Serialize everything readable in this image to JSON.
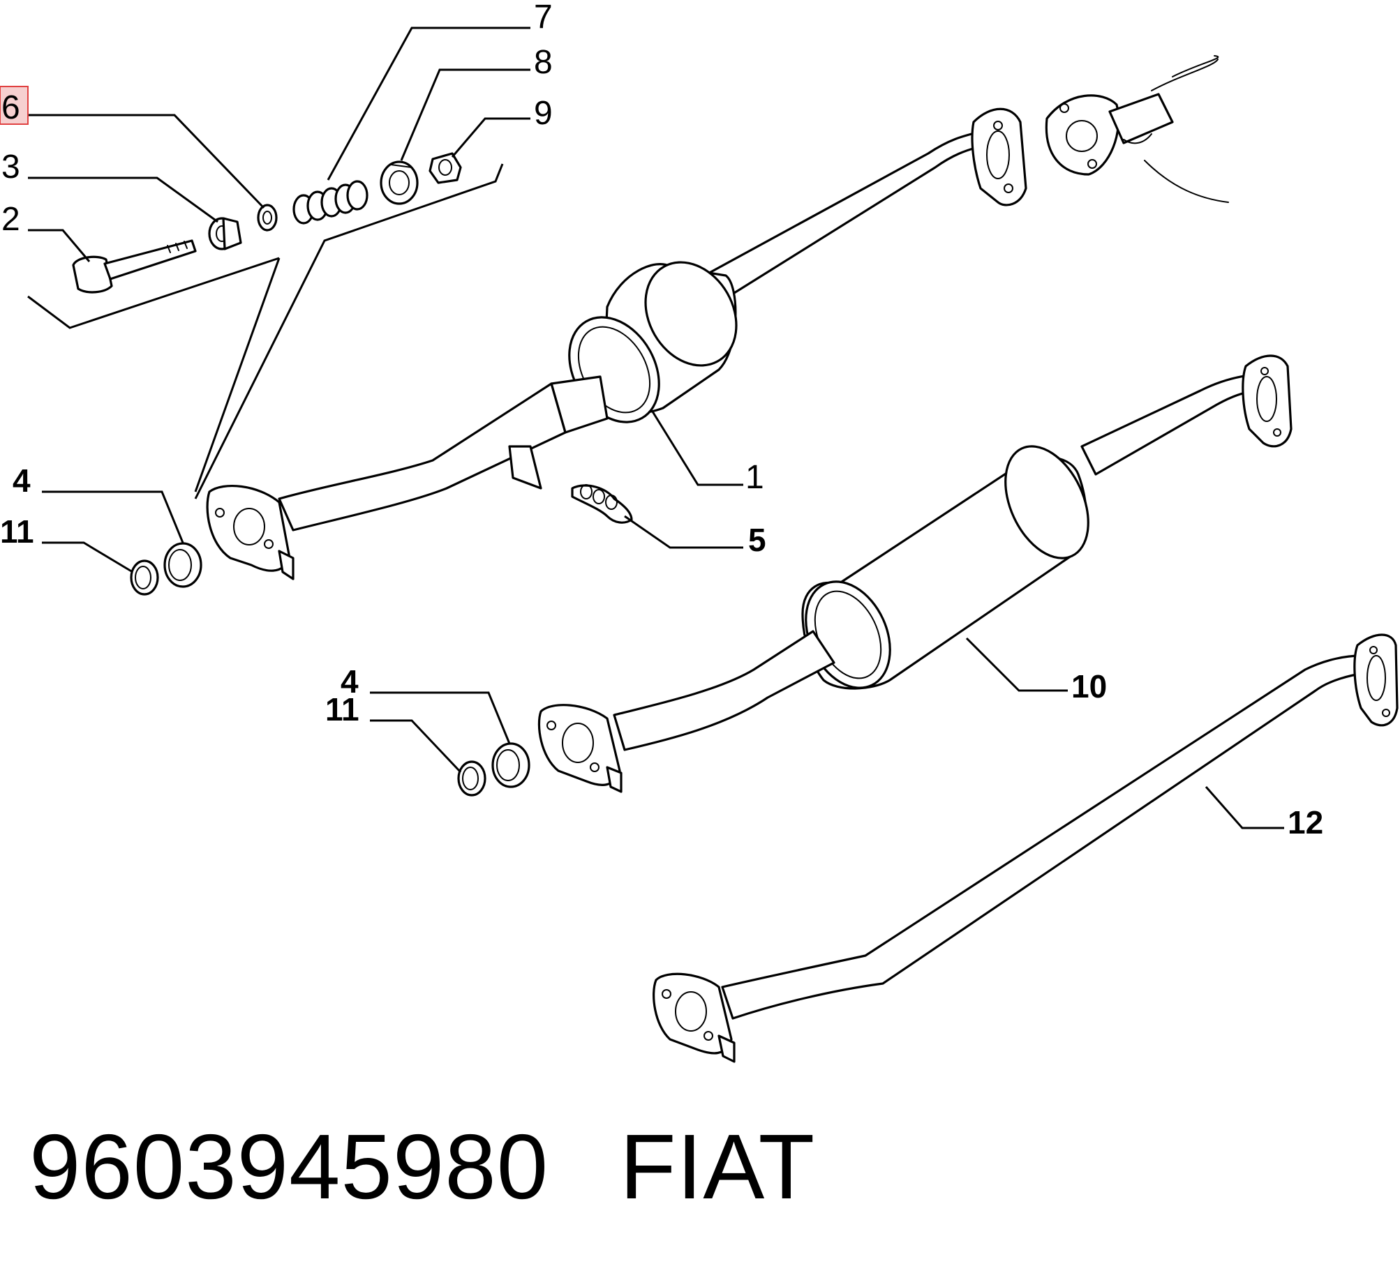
{
  "diagram": {
    "callouts": [
      {
        "id": "c6",
        "label": "6",
        "highlighted": true
      },
      {
        "id": "c7",
        "label": "7"
      },
      {
        "id": "c8",
        "label": "8"
      },
      {
        "id": "c9",
        "label": "9"
      },
      {
        "id": "c3",
        "label": "3"
      },
      {
        "id": "c2",
        "label": "2"
      },
      {
        "id": "c1",
        "label": "1"
      },
      {
        "id": "c5",
        "label": "5"
      },
      {
        "id": "c4a",
        "label": "4"
      },
      {
        "id": "c11a",
        "label": "11"
      },
      {
        "id": "c4b",
        "label": "4"
      },
      {
        "id": "c11b",
        "label": "11"
      },
      {
        "id": "c10",
        "label": "10"
      },
      {
        "id": "c12",
        "label": "12"
      }
    ],
    "highlight_color": "#e04040"
  },
  "caption": {
    "part_number": "9603945980",
    "brand": "FIAT"
  }
}
